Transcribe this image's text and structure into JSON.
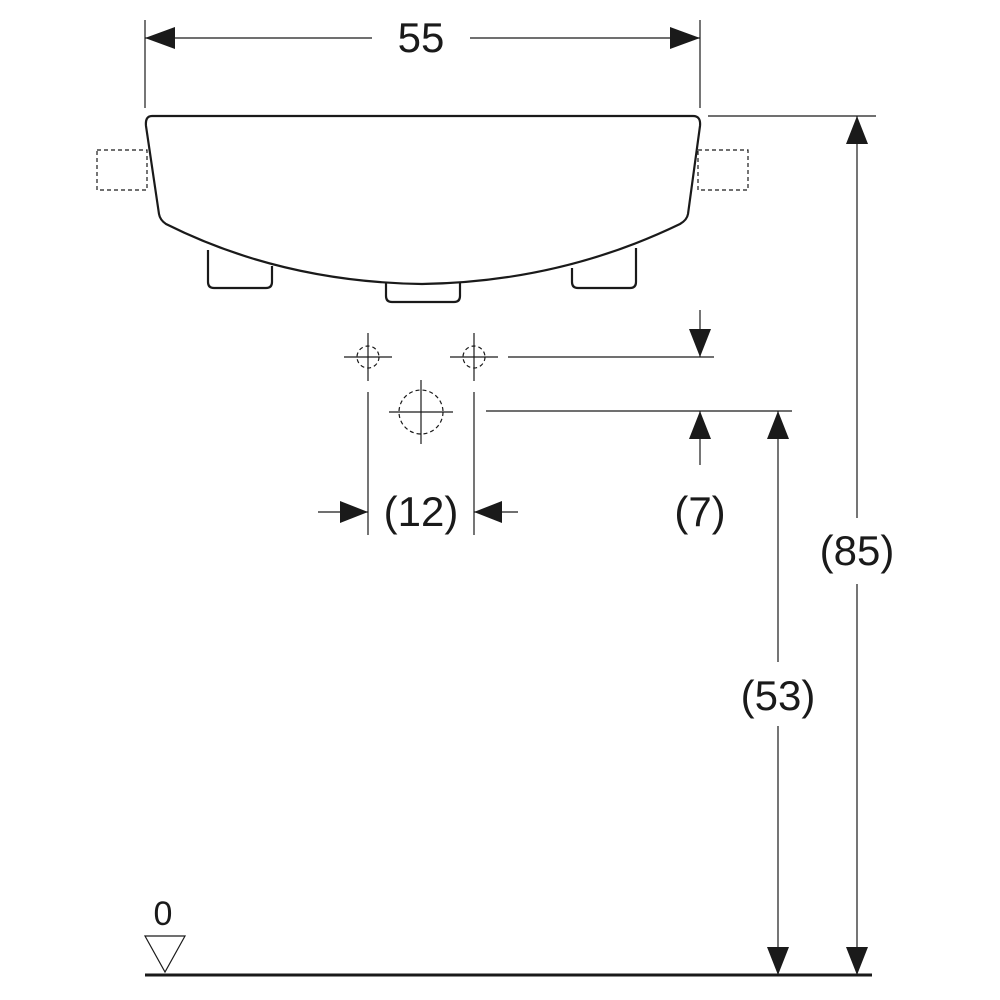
{
  "dimensions": {
    "width": "55",
    "drain_spacing": "(12)",
    "drain_offset": "(7)",
    "drain_height": "(53)",
    "total_height": "(85)"
  },
  "floor": {
    "level": "0"
  }
}
